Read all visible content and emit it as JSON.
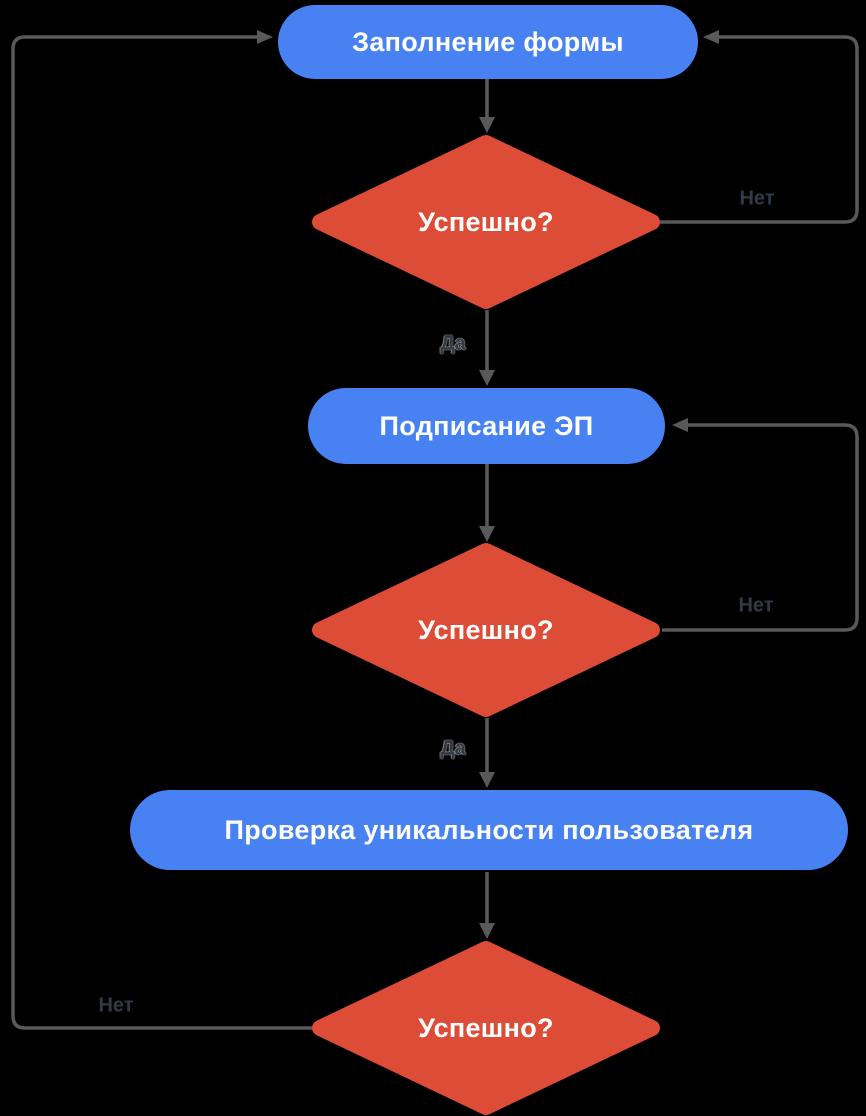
{
  "diagram": {
    "background_color": "#000000",
    "process_color": "#4781F2",
    "decision_color": "#DC4C36",
    "connector_color": "#58595B",
    "edge_label_color": "#333945",
    "node_text_color": "#FFFFFF",
    "nodes": [
      {
        "id": "fill-form",
        "type": "process",
        "label": "Заполнение формы"
      },
      {
        "id": "decision-form",
        "type": "decision",
        "label": "Успешно?"
      },
      {
        "id": "sign-ep",
        "type": "process",
        "label": "Подписание ЭП"
      },
      {
        "id": "decision-sign",
        "type": "decision",
        "label": "Успешно?"
      },
      {
        "id": "check-uniqueness",
        "type": "process",
        "label": "Проверка уникальности пользователя"
      },
      {
        "id": "decision-uniqueness",
        "type": "decision",
        "label": "Успешно?"
      }
    ],
    "edges": [
      {
        "from": "fill-form",
        "to": "decision-form",
        "label": ""
      },
      {
        "from": "decision-form",
        "to": "sign-ep",
        "label": "Да"
      },
      {
        "from": "decision-form",
        "to": "fill-form",
        "label": "Нет"
      },
      {
        "from": "sign-ep",
        "to": "decision-sign",
        "label": ""
      },
      {
        "from": "decision-sign",
        "to": "check-uniqueness",
        "label": "Да"
      },
      {
        "from": "decision-sign",
        "to": "sign-ep",
        "label": "Нет"
      },
      {
        "from": "check-uniqueness",
        "to": "decision-uniqueness",
        "label": ""
      },
      {
        "from": "decision-uniqueness",
        "to": "fill-form",
        "label": "Нет"
      }
    ]
  }
}
